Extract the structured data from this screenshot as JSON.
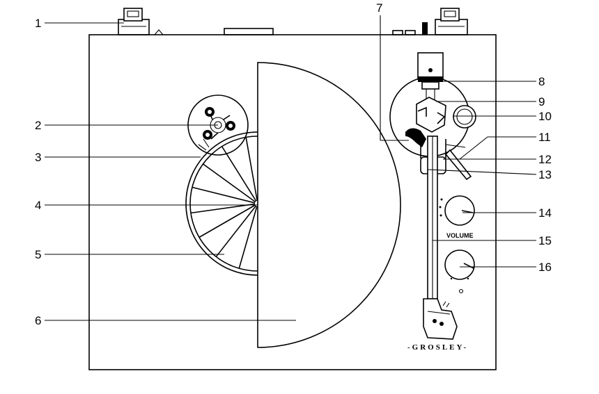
{
  "callouts": [
    "1",
    "2",
    "3",
    "4",
    "5",
    "6",
    "7",
    "8",
    "9",
    "10",
    "11",
    "12",
    "13",
    "14",
    "15",
    "16"
  ],
  "panel": {
    "volume_label": "VOLUME",
    "brand": "-GROSLEY-"
  }
}
